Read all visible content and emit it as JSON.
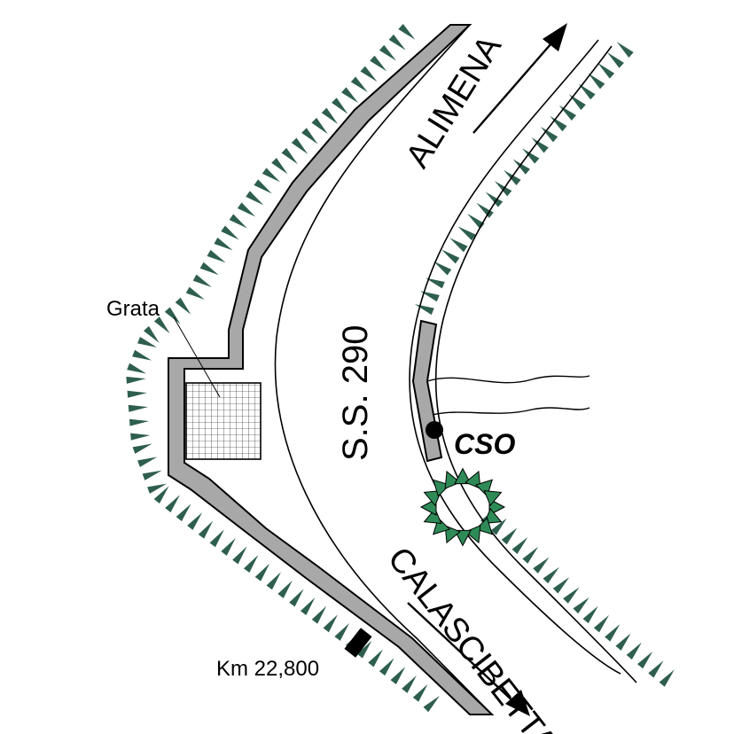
{
  "map": {
    "road_name": "S.S. 290",
    "direction_north": "ALIMENA",
    "direction_south": "CALASCIBETTA",
    "grate_label": "Grata",
    "site_label": "CSO",
    "km_label": "Km 22,800"
  },
  "colors": {
    "background": "#ffffff",
    "embankment_hatch": "#2e5e4e",
    "wall_fill": "#a8a8a8",
    "tree_fill": "#2e8b57",
    "line": "#000000"
  },
  "icons": {
    "grate": "grid-grate-icon",
    "site_marker": "dot-marker-icon",
    "vegetation": "tree-cluster-icon",
    "arrow": "direction-arrow-icon"
  }
}
